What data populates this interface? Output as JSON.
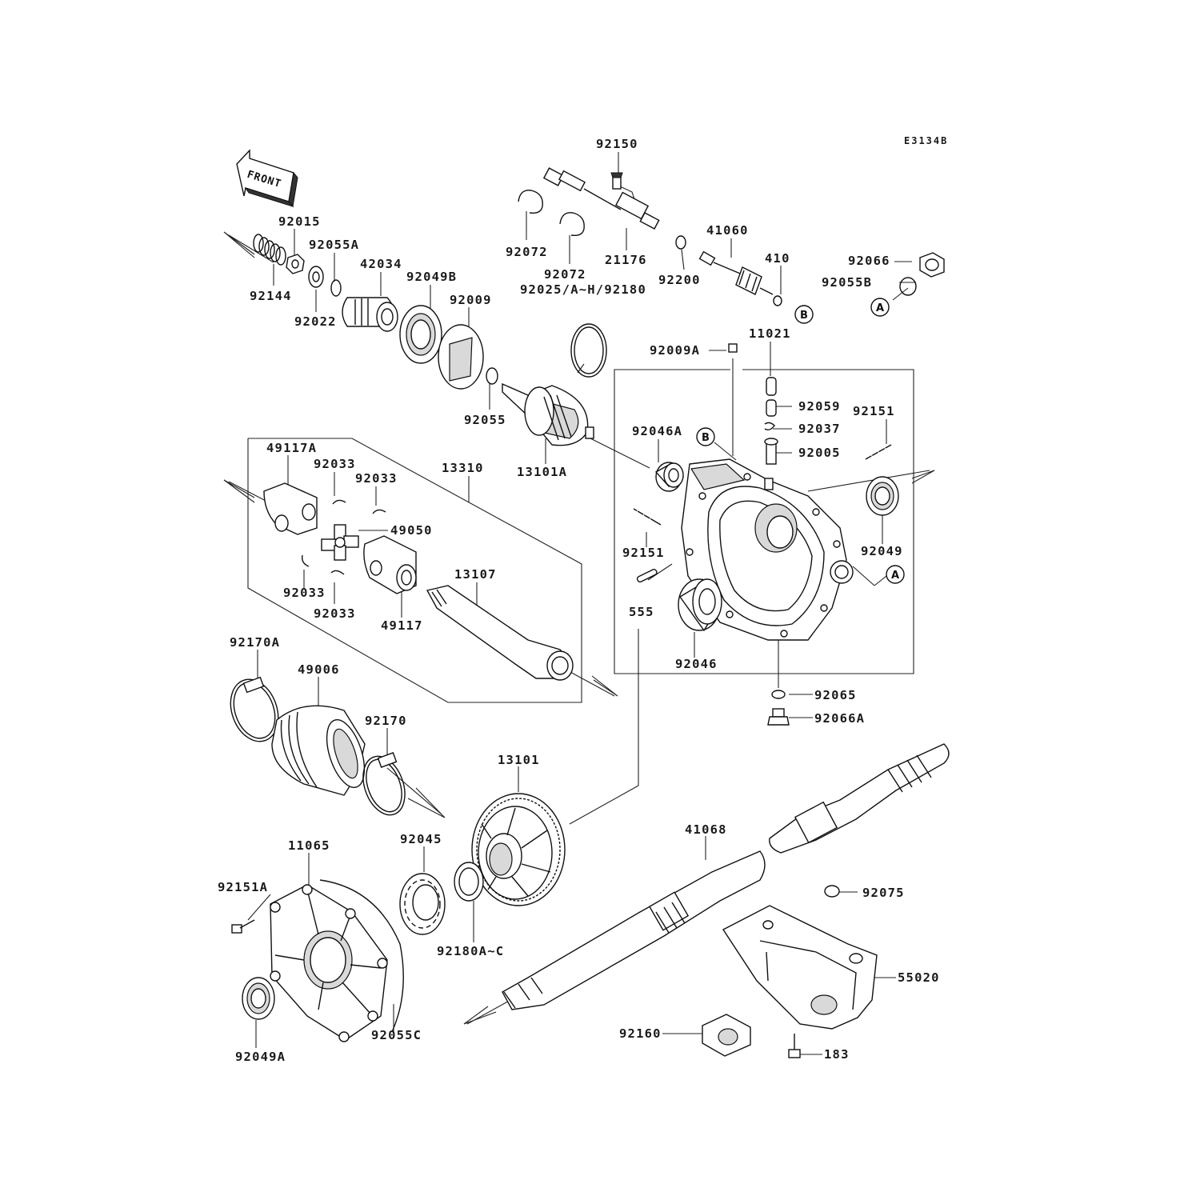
{
  "diagram_code": "E3134B",
  "front_label": "FRONT",
  "ref_a": "A",
  "ref_b": "B",
  "parts": {
    "p92150": "92150",
    "p92015": "92015",
    "p92055A": "92055A",
    "p42034": "42034",
    "p92049B": "92049B",
    "p92009": "92009",
    "p92144": "92144",
    "p92022": "92022",
    "p92072a": "92072",
    "p92072b": "92072",
    "p21176": "21176",
    "p92025": "92025/A~H/92180",
    "p92200": "92200",
    "p41060": "41060",
    "p410": "410",
    "p92066": "92066",
    "p92055B": "92055B",
    "p11021": "11021",
    "p92009A": "92009A",
    "p92055": "92055",
    "p92059": "92059",
    "p92037": "92037",
    "p92005": "92005",
    "p92151a": "92151",
    "p92046A": "92046A",
    "p13101A": "13101A",
    "p49117A": "49117A",
    "p13310": "13310",
    "p92033a": "92033",
    "p92033b": "92033",
    "p49050": "49050",
    "p92033c": "92033",
    "p92033d": "92033",
    "p49117": "49117",
    "p13107": "13107",
    "p92151b": "92151",
    "p555": "555",
    "p92046": "92046",
    "p92049": "92049",
    "p92065": "92065",
    "p92066A": "92066A",
    "p92170A": "92170A",
    "p49006": "49006",
    "p92170": "92170",
    "p13101": "13101",
    "p41068": "41068",
    "p11065": "11065",
    "p92045": "92045",
    "p92151A": "92151A",
    "p92180A": "92180A~C",
    "p92075": "92075",
    "p55020": "55020",
    "p92049A": "92049A",
    "p92055C": "92055C",
    "p92160": "92160",
    "p183": "183"
  }
}
